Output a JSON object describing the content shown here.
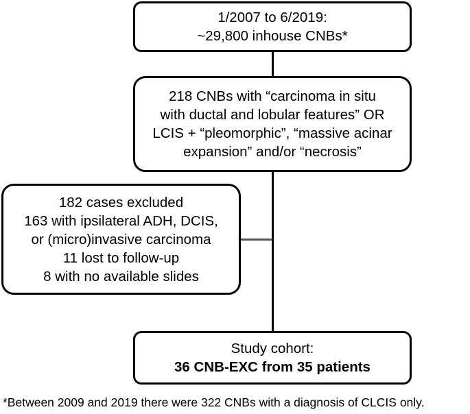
{
  "flowchart": {
    "box1": {
      "lines": [
        "1/2007 to 6/2019:",
        "~29,800 inhouse CNBs*"
      ]
    },
    "box2": {
      "lines": [
        "218 CNBs with “carcinoma in situ",
        "with ductal and lobular features” OR",
        "LCIS + “pleomorphic”, “massive acinar",
        "expansion” and/or “necrosis”"
      ]
    },
    "excluded": {
      "lines": [
        "182 cases excluded",
        "163 with ipsilateral ADH, DCIS,",
        "or (micro)invasive carcinoma",
        "11 lost to follow-up",
        "8 with no available slides"
      ]
    },
    "cohort": {
      "title": "Study cohort:",
      "detail": "36 CNB-EXC from 35 patients"
    }
  },
  "footnote": "*Between 2009 and 2019 there were 322 CNBs with a diagnosis of CLCIS only."
}
